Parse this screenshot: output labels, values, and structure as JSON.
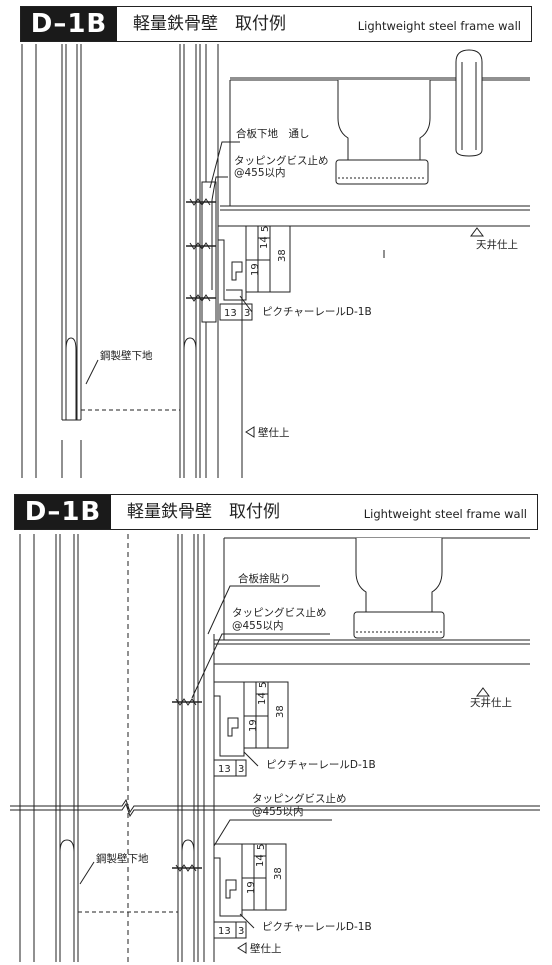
{
  "panel_top": {
    "code": "D–1B",
    "title_jp": "軽量鉄骨壁　取付例",
    "title_en": "Lightweight steel frame wall",
    "callouts": {
      "plywood": "合板下地　通し",
      "screw_line1": "タッピングビス止め",
      "screw_line2": "@455以内",
      "ceiling": "天井仕上",
      "rail": "ピクチャーレールD-1B",
      "stud": "鋼製壁下地",
      "wall": "壁仕上"
    },
    "dimensions": {
      "d5": "5",
      "d14": "14",
      "d19": "19",
      "d38": "38",
      "d13": "13",
      "d3": "3"
    }
  },
  "panel_bottom": {
    "code": "D–1B",
    "title_jp": "軽量鉄骨壁　取付例",
    "title_en": "Lightweight steel frame wall",
    "callouts": {
      "plywood": "合板捨貼り",
      "screw1_line1": "タッピングビス止め",
      "screw1_line2": "@455以内",
      "ceiling": "天井仕上",
      "rail1": "ピクチャーレールD-1B",
      "screw2_line1": "タッピングビス止め",
      "screw2_line2": "@455以内",
      "stud": "鋼製壁下地",
      "rail2": "ピクチャーレールD-1B",
      "wall": "壁仕上"
    },
    "dimensions": {
      "d5": "5",
      "d14": "14",
      "d19": "19",
      "d38": "38",
      "d13": "13",
      "d3": "3"
    },
    "dimensions_lower": {
      "d5": "5",
      "d14": "14",
      "d19": "19",
      "d38": "38",
      "d13": "13",
      "d3": "3"
    }
  }
}
